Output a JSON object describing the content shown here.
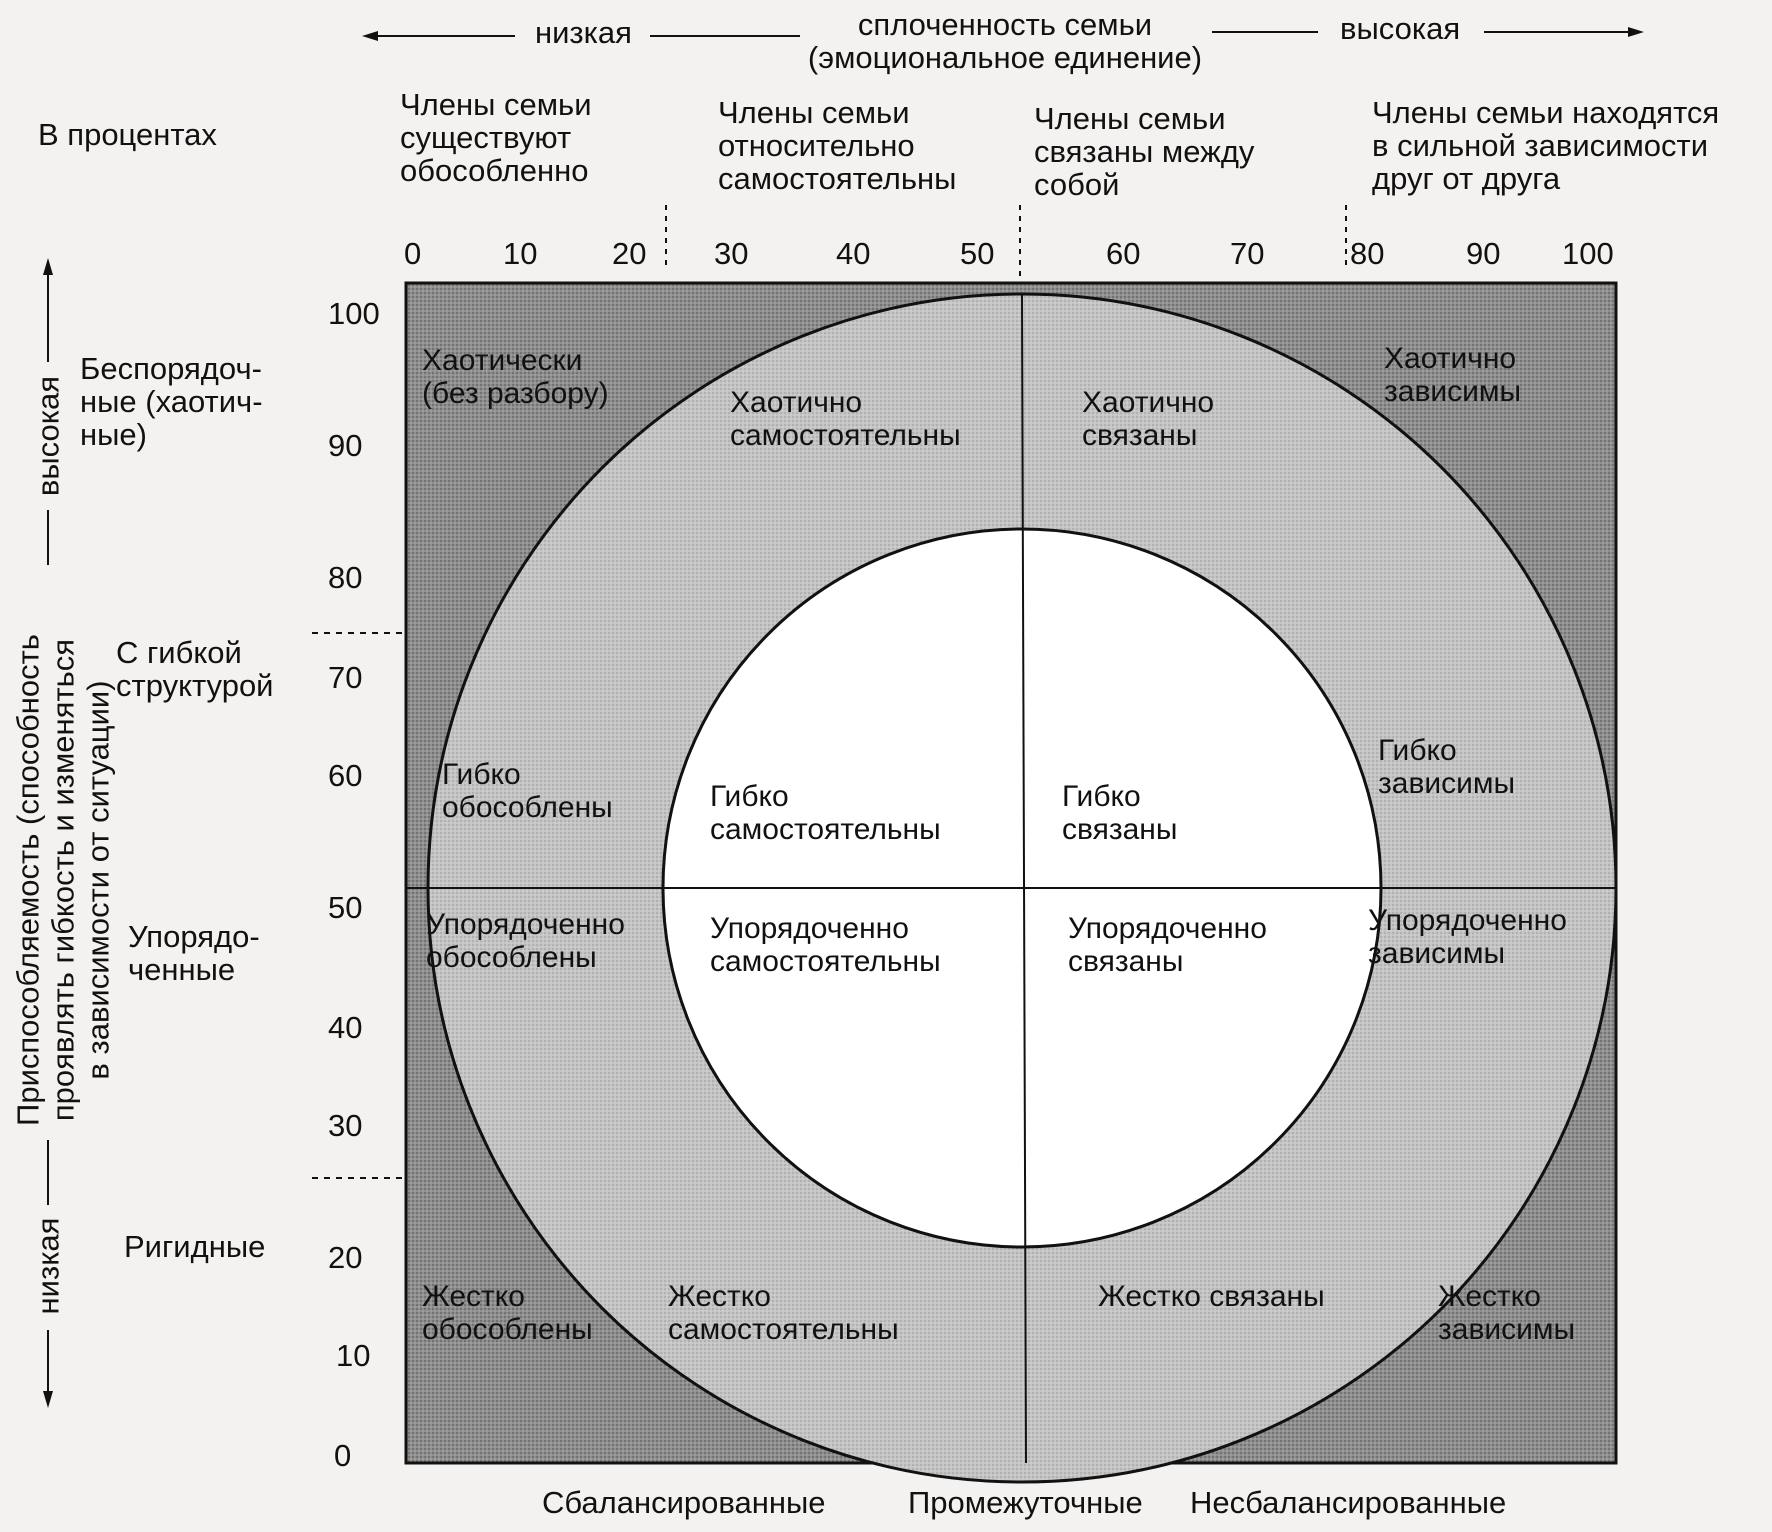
{
  "header": {
    "low": "низкая",
    "title_line1": "сплоченность семьи",
    "title_line2": "(эмоциональное единение)",
    "high": "высокая"
  },
  "percent_label": "В процентах",
  "cohesion_levels": [
    "Члены семьи\nсуществуют\nобособленно",
    "Члены семьи\nотносительно\nсамостоятельны",
    "Члены семьи\nсвязаны между\nсобой",
    "Члены семьи находятся\nв сильной зависимости\nдруг от друга"
  ],
  "x_ticks": [
    "0",
    "10",
    "20",
    "30",
    "40",
    "50",
    "60",
    "70",
    "80",
    "90",
    "100"
  ],
  "y_ticks": [
    "100",
    "90",
    "80",
    "70",
    "60",
    "50",
    "40",
    "30",
    "20",
    "10",
    "0"
  ],
  "y_axis": {
    "high": "высокая",
    "low": "низкая",
    "title_line1": "Приспособляемость (способность",
    "title_line2": "проявлять гибкость и изменяться",
    "title_line3": "в зависимости от ситуации)"
  },
  "adaptability_levels": [
    "Беспорядоч-\nные (хаотич-\nные)",
    "С гибкой\nструктурой",
    "Упорядо-\nченные",
    "Ригидные"
  ],
  "cells": {
    "chaotic_separated": "Хаотически\n(без разбору)",
    "chaotic_independent": "Хаотично\nсамостоятельны",
    "chaotic_connected": "Хаотично\nсвязаны",
    "chaotic_dependent": "Хаотично\nзависимы",
    "flexible_separated": "Гибко\nобособлены",
    "flexible_independent": "Гибко\nсамостоятельны",
    "flexible_connected": "Гибко\nсвязаны",
    "flexible_dependent": "Гибко\nзависимы",
    "ordered_separated": "Упорядоченно\nобособлены",
    "ordered_independent": "Упорядоченно\nсамостоятельны",
    "ordered_connected": "Упорядоченно\nсвязаны",
    "ordered_dependent": "Упорядоченно\nзависимы",
    "rigid_separated": "Жестко\nобособлены",
    "rigid_independent": "Жестко\nсамостоятельны",
    "rigid_connected": "Жестко связаны",
    "rigid_dependent": "Жестко\nзависимы"
  },
  "legend": {
    "balanced": "Сбалансированные",
    "intermediate": "Промежуточные",
    "unbalanced": "Несбалансированные"
  },
  "colors": {
    "outer": "#8c8c8c",
    "ring": "#bdbdbd",
    "inner": "#ffffff",
    "line": "#111111"
  }
}
